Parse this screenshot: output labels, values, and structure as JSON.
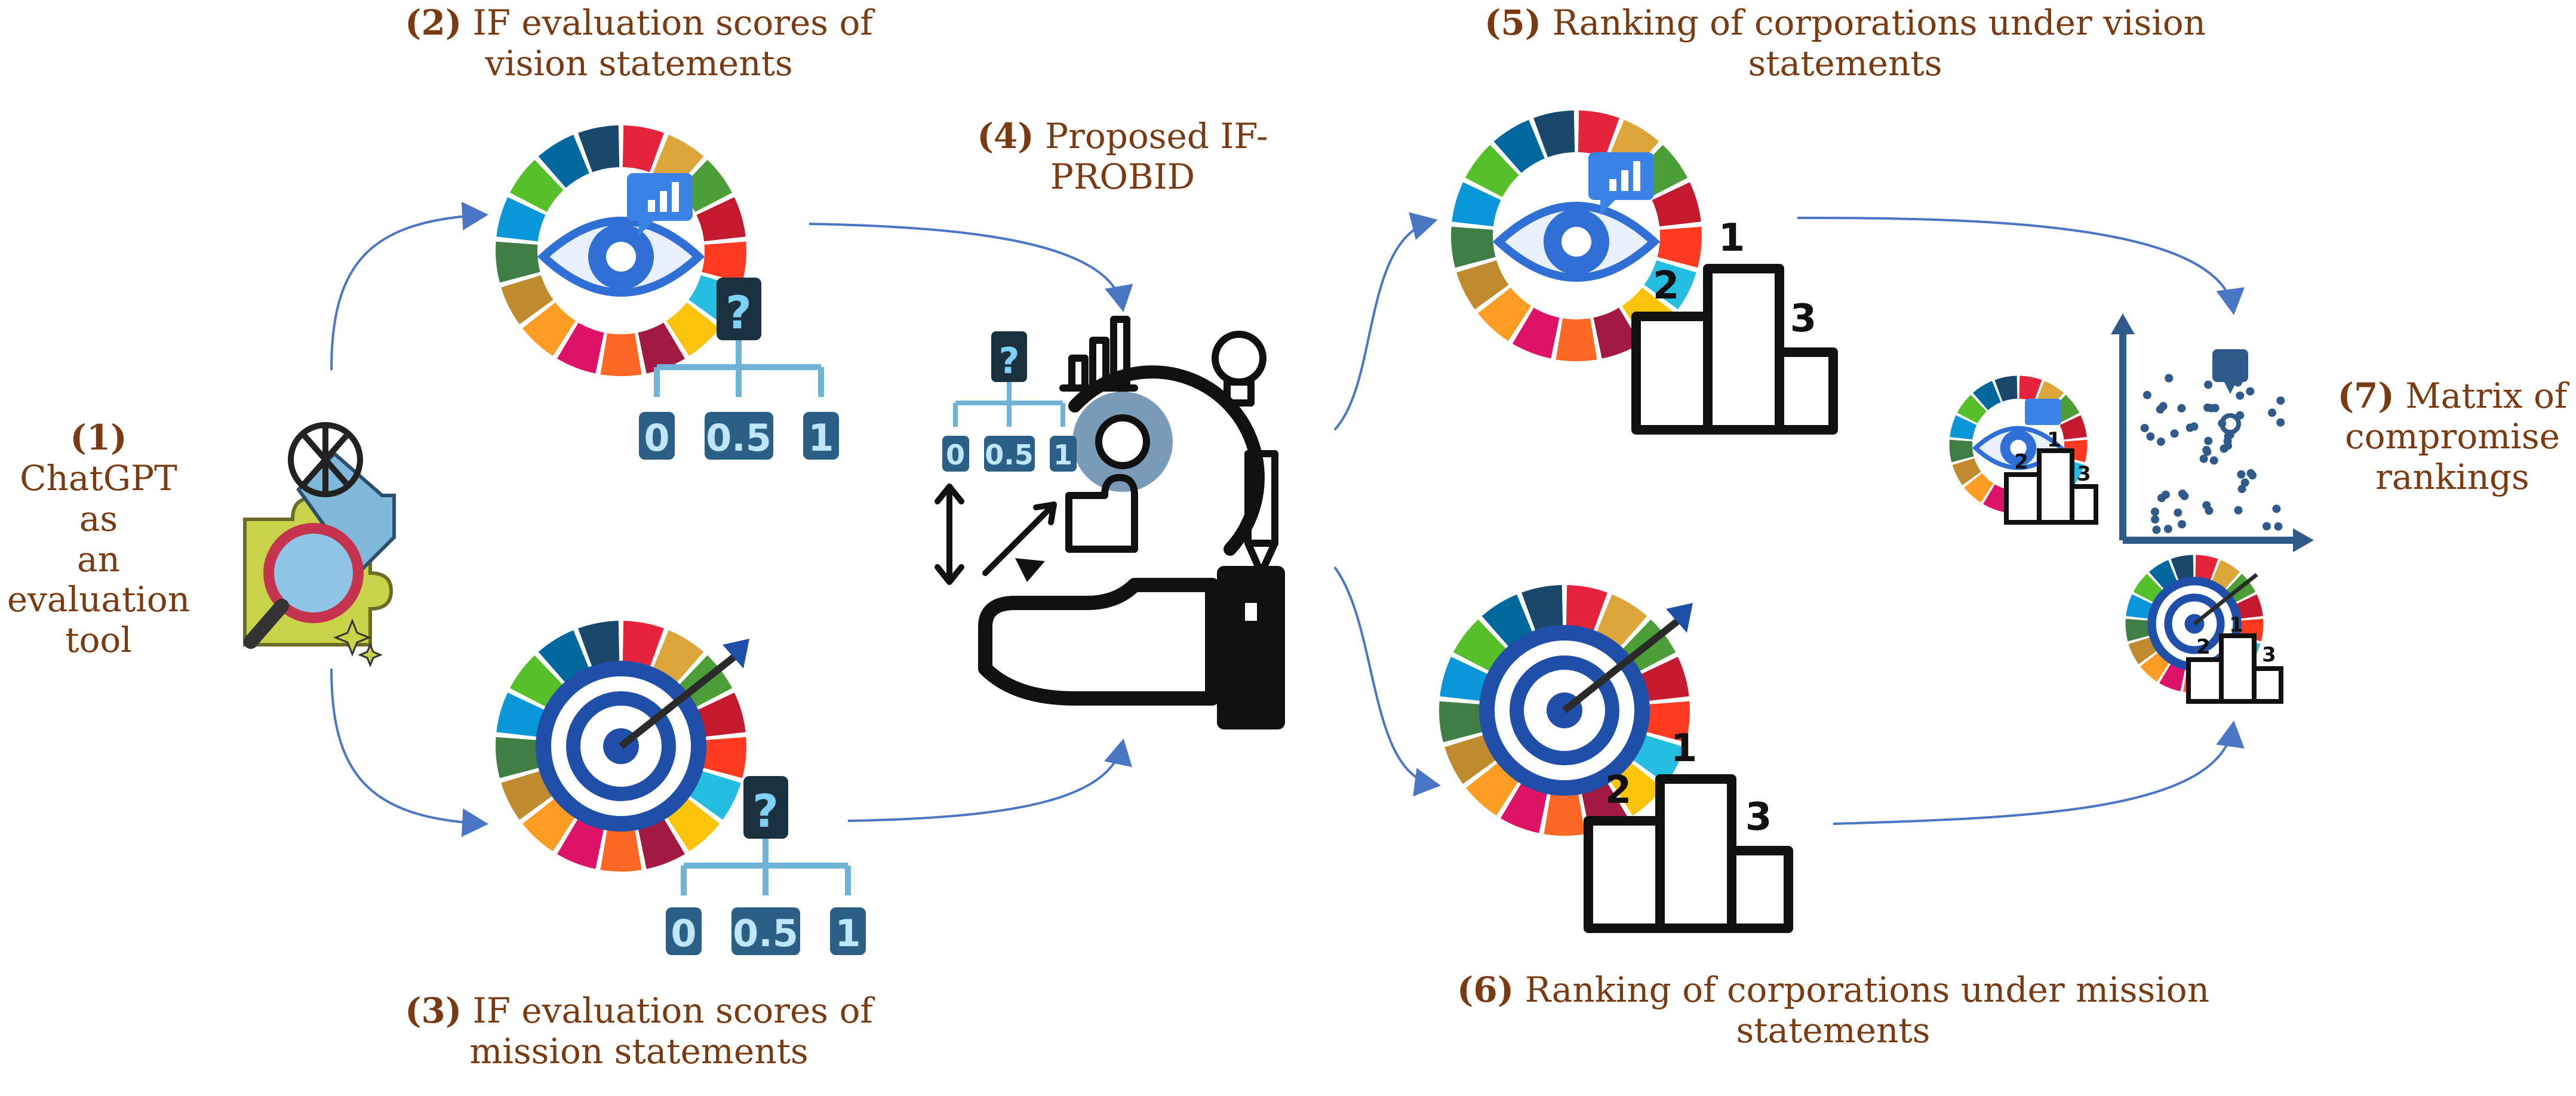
{
  "labels": {
    "chatgpt": {
      "num": "(1)",
      "lines": [
        "ChatGPT as",
        "an",
        "evaluation",
        "tool"
      ]
    },
    "vision_scores": {
      "num": "(2)",
      "line1": "IF evaluation scores of",
      "line2": "vision statements"
    },
    "mission_scores": {
      "num": "(3)",
      "line1": "IF evaluation scores of",
      "line2": "mission statements"
    },
    "probid": {
      "num": "(4)",
      "line1": "Proposed IF-",
      "line2": "PROBID"
    },
    "vision_ranking": {
      "num": "(5)",
      "line1": "Ranking of corporations under vision",
      "line2": "statements"
    },
    "mission_ranking": {
      "num": "(6)",
      "line1": "Ranking of corporations under mission",
      "line2": "statements"
    },
    "matrix": {
      "num": "(7)",
      "lines": [
        "Matrix of",
        "compromise",
        "rankings"
      ]
    }
  },
  "scores": {
    "zero": "0",
    "half": "0.5",
    "one": "1"
  },
  "podium": {
    "first": "1",
    "second": "2",
    "third": "3"
  },
  "question_mark": "?",
  "colors": {
    "label_text": "#7a3b12",
    "arrow": "#4a76c4",
    "eye_blue": "#2f6fd6",
    "target_blue": "#1f4fa8",
    "score_box": "#2b5f86",
    "score_text": "#bfe6ff",
    "tree_line": "#6fb3d6",
    "sdg_ring": [
      "#e5243b",
      "#dda63a",
      "#4c9f38",
      "#c5192d",
      "#ff3a21",
      "#26bde2",
      "#fcc30b",
      "#a21942",
      "#fd6925",
      "#dd1367",
      "#fd9d24",
      "#bf8b2e",
      "#3f7e44",
      "#0a97d9",
      "#56c02b",
      "#00689d",
      "#19486a"
    ]
  },
  "icons": [
    "chatgpt-logo-icon",
    "puzzle-icon",
    "magnifier-icon",
    "eye-icon",
    "target-icon",
    "question-icon",
    "decision-tree-icon",
    "podium-icon",
    "gear-icon",
    "hand-icon",
    "pencil-icon",
    "bulb-icon",
    "bar-chart-icon",
    "scatter-plot-icon"
  ]
}
